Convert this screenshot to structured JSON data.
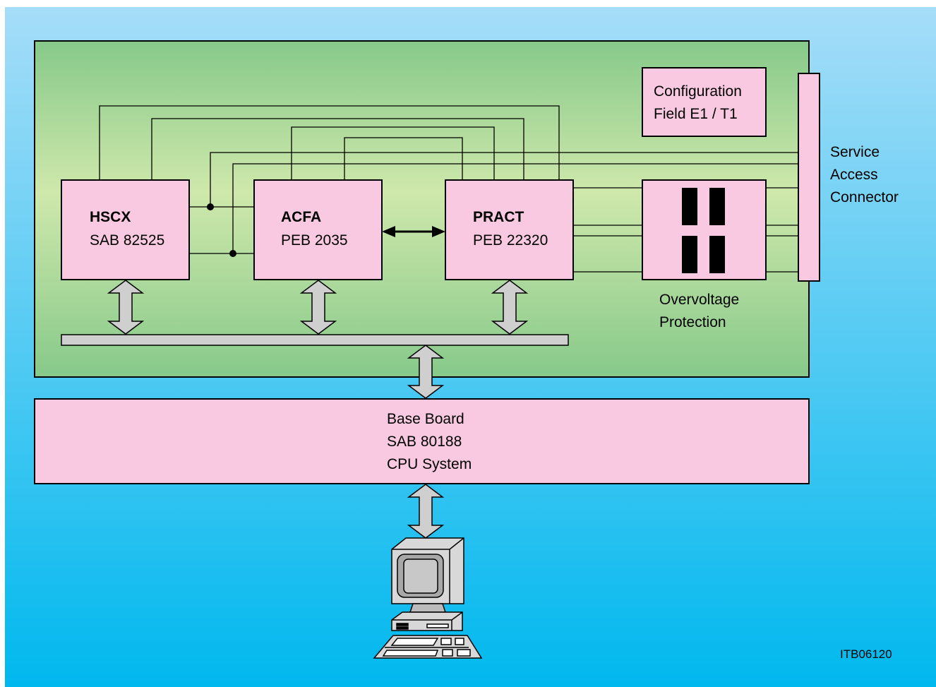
{
  "chips": [
    {
      "name": "HSCX",
      "part": "SAB 82525"
    },
    {
      "name": "ACFA",
      "part": "PEB 2035"
    },
    {
      "name": "PRACT",
      "part": "PEB 22320"
    }
  ],
  "config_field": {
    "line1": "Configuration",
    "line2": "Field E1 / T1"
  },
  "service_connector": {
    "line1": "Service",
    "line2": "Access",
    "line3": "Connector"
  },
  "overvoltage": {
    "line1": "Overvoltage",
    "line2": "Protection"
  },
  "base_board": {
    "line1": "Base Board",
    "line2": "SAB 80188",
    "line3": "CPU System"
  },
  "figure_id": "ITB06120",
  "colors": {
    "bg_top": "#a6ddf8",
    "bg_bottom": "#00b8ee",
    "board_center": "#cfe8ab",
    "board_edge": "#86c98a",
    "block_fill": "#f8c9e0",
    "arrow_fill": "#cfcfcf"
  }
}
